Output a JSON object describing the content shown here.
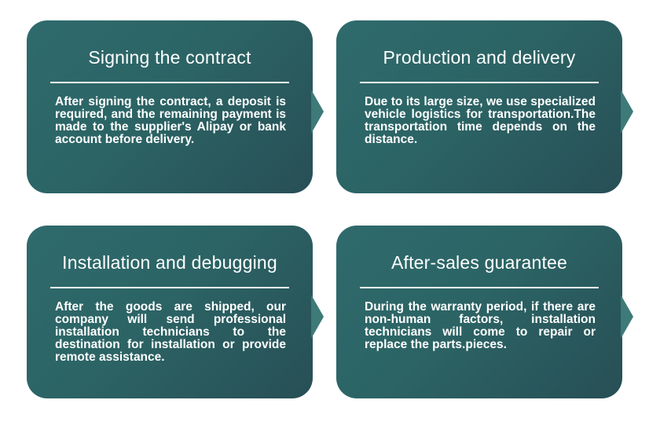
{
  "cards": [
    {
      "title": "Signing the contract",
      "body": "After signing the contract, a deposit is required, and the remaining payment is made to the supplier's Alipay or bank account before delivery."
    },
    {
      "title": "Production and delivery",
      "body": "Due to its large size, we use specialized vehicle logistics for transportation.The transportation time depends on the distance."
    },
    {
      "title": "Installation and debugging",
      "body": "After the goods are shipped, our company will send professional installation technicians to the destination for installation or provide remote assistance."
    },
    {
      "title": "After-sales guarantee",
      "body": "During the warranty period, if there are non-human factors, installation technicians will come to repair or replace the parts.pieces."
    }
  ],
  "colors": {
    "card_dark": "#274f56",
    "card_light": "#2f6a6c",
    "tail": "#3d7a78",
    "text": "#ffffff"
  }
}
